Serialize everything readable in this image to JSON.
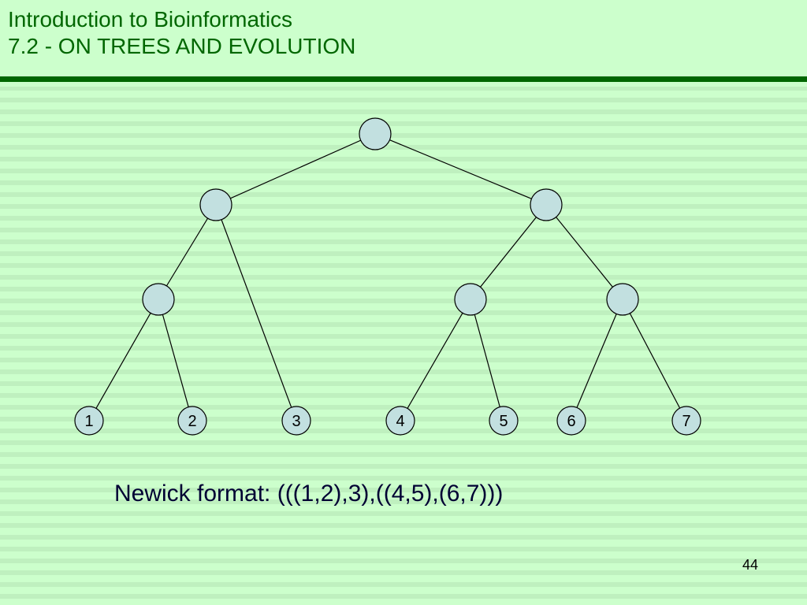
{
  "slide": {
    "title_line1": "Introduction to Bioinformatics",
    "title_line2": "7.2 - ON TREES AND EVOLUTION",
    "newick": "Newick format: (((1,2),3),((4,5),(6,7)))",
    "page_number": "44"
  },
  "tree": {
    "leaves": [
      "1",
      "2",
      "3",
      "4",
      "5",
      "6",
      "7"
    ]
  },
  "colors": {
    "background": "#ccffcc",
    "title": "#006600",
    "rule": "#006600",
    "node_fill": "#c2e0e0",
    "edge": "#000000"
  }
}
